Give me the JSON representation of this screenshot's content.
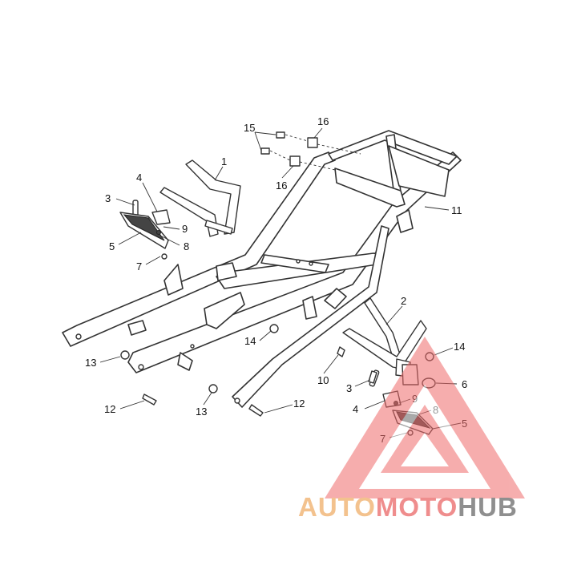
{
  "callouts": {
    "c1": "1",
    "c2": "2",
    "c3a": "3",
    "c3b": "3",
    "c4a": "4",
    "c4b": "4",
    "c5a": "5",
    "c5b": "5",
    "c6": "6",
    "c7a": "7",
    "c7b": "7",
    "c8a": "8",
    "c8b": "8",
    "c9a": "9",
    "c9b": "9",
    "c10": "10",
    "c11": "11",
    "c12a": "12",
    "c12b": "12",
    "c13a": "13",
    "c13b": "13",
    "c14a": "14",
    "c14b": "14",
    "c15": "15",
    "c16a": "16",
    "c16b": "16"
  },
  "watermark": {
    "part1": "AUTO",
    "part2": "MOTO",
    "part3": "HUB",
    "triangle_color": "#ef6b6b",
    "auto_color": "#f3c28e",
    "moto_color": "#ef8d8d",
    "hub_color": "#8f8f8f"
  }
}
